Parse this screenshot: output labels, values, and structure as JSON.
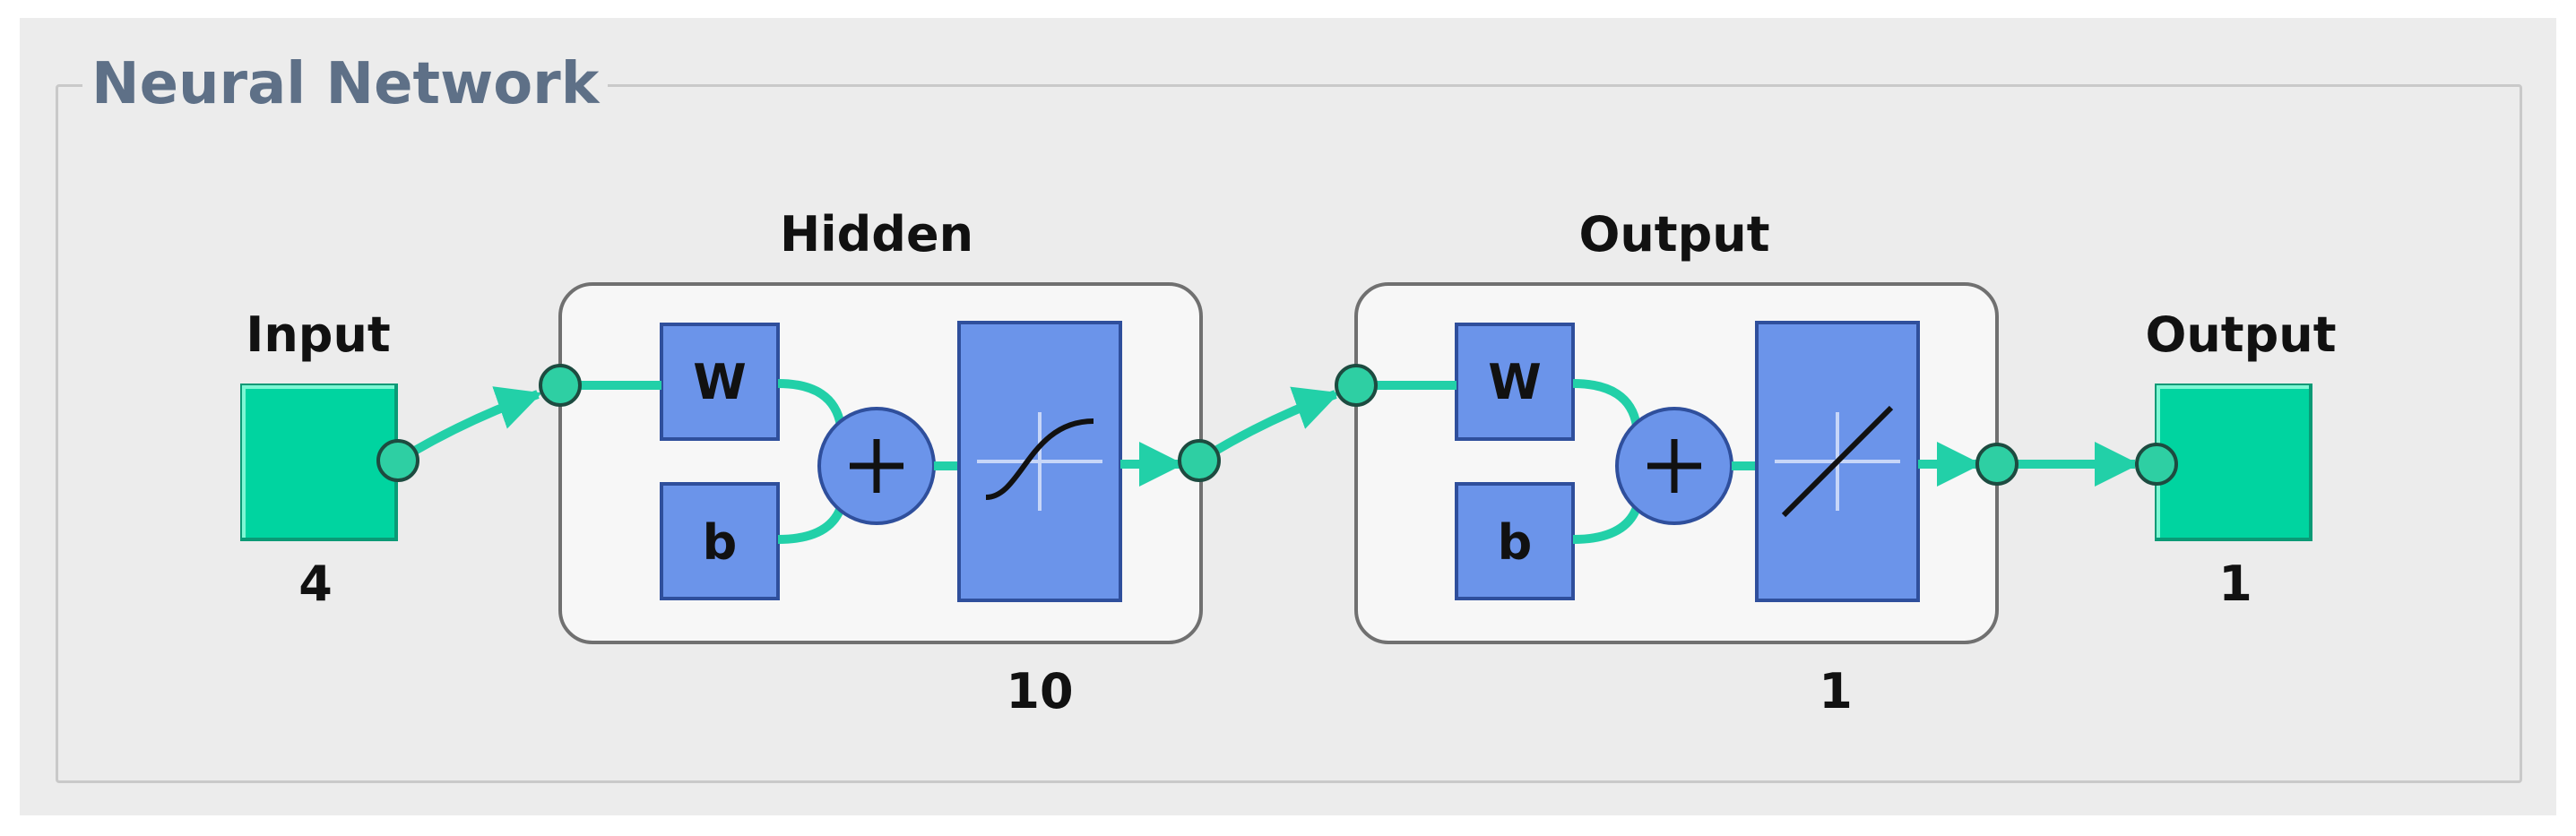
{
  "panel": {
    "title": "Neural Network"
  },
  "input": {
    "title": "Input",
    "size": "4"
  },
  "hidden": {
    "title": "Hidden",
    "size": "10",
    "weight": "W",
    "bias": "b"
  },
  "output_layer": {
    "title": "Output",
    "size": "1",
    "weight": "W",
    "bias": "b"
  },
  "output": {
    "title": "Output",
    "size": "1"
  },
  "colors": {
    "node": "#00d4a0",
    "block": "#6b94ea",
    "link": "#22d0a8"
  }
}
